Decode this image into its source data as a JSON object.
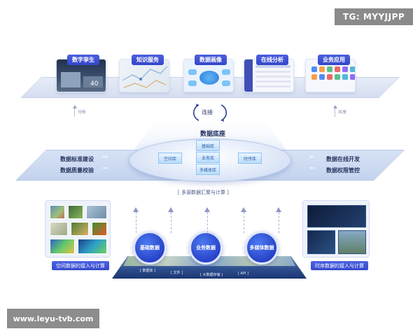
{
  "watermark": {
    "top": "TG: MYYJJPP",
    "bottom": "www.leyu-tvb.com"
  },
  "top_cards": [
    {
      "label": "数字孪生"
    },
    {
      "label": "知识服务"
    },
    {
      "label": "数据画像"
    },
    {
      "label": "在线分析"
    },
    {
      "label": "业务应用"
    }
  ],
  "side_labels": {
    "left": "分析",
    "right": "共享"
  },
  "connect_label": "连接",
  "base": {
    "title": "数据底座",
    "cubes": [
      "空间库",
      "基础库",
      "业务库",
      "多媒体库",
      "时序库"
    ],
    "left_items": [
      "数据标准建设",
      "数据质量校验"
    ],
    "right_items": [
      "数据在线开发",
      "数据权限管控"
    ],
    "caption": "[ 多源数据汇聚与计算 ]"
  },
  "bottom": {
    "left_caption": "空间数据的接入与计算",
    "right_caption": "时序数据的接入与计算",
    "circles": [
      "基础数据",
      "业务数据",
      "多媒体数据"
    ],
    "storage_labels": [
      "[ 数据库 ]",
      "[ 文件 ]",
      "[ 大数据存储 ]",
      "[ API ]"
    ]
  },
  "colors": {
    "accent": "#3446c9",
    "band": "#d5def1",
    "cube": "#b9dcfb"
  }
}
